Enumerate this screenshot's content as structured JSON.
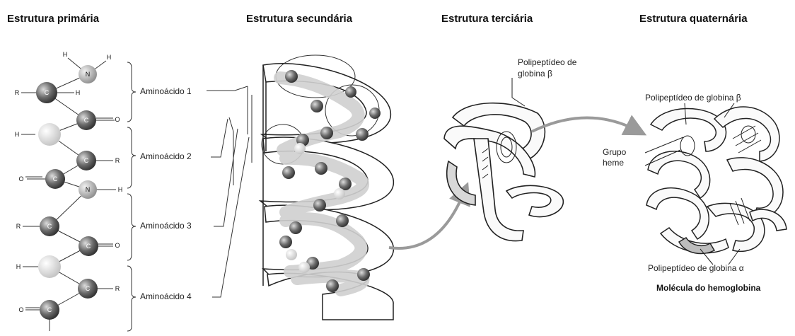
{
  "headers": {
    "primary": "Estrutura primária",
    "secondary": "Estrutura secundária",
    "tertiary": "Estrutura terciária",
    "quaternary": "Estrutura quaternária"
  },
  "primary": {
    "amino_labels": [
      "Aminoácido 1",
      "Aminoácido 2",
      "Aminoácido 3",
      "Aminoácido 4"
    ],
    "atoms": {
      "carbon": "C",
      "nitrogen": "N",
      "hydrogen": "H",
      "oxygen": "O",
      "r_group": "R"
    }
  },
  "tertiary": {
    "label": "Polipeptídeo de globina β"
  },
  "quaternary": {
    "beta_label": "Polipeptídeo de globina β",
    "heme_label": "Grupo heme",
    "alpha_label": "Polipeptídeo de globina α",
    "molecule_label": "Molécula do hemoglobina"
  },
  "colors": {
    "carbon": "#555555",
    "nitrogen": "#aaaaaa",
    "hydrogen": "#dddddd",
    "arrow": "#9a9a9a",
    "line": "#222222"
  }
}
